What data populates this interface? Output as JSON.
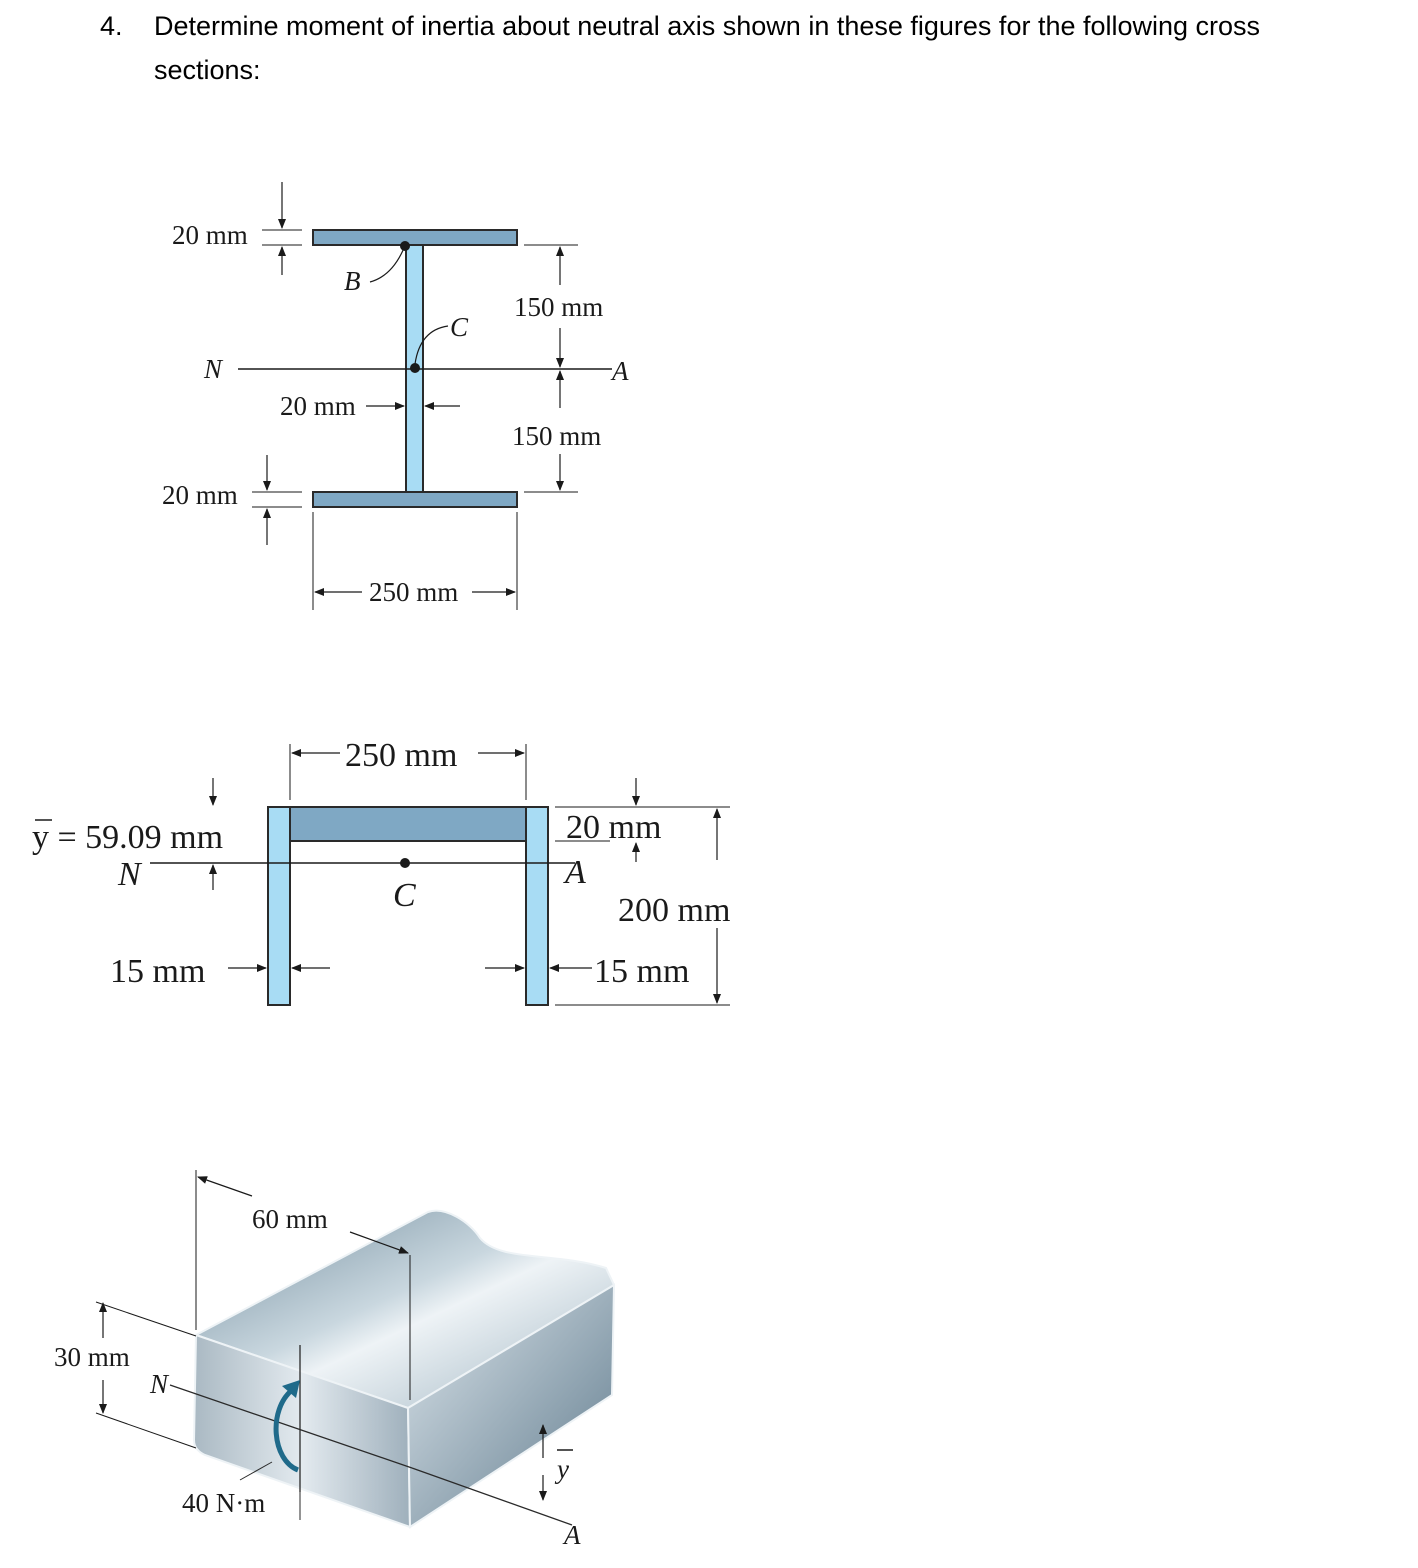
{
  "question": {
    "number": "4.",
    "line1": "Determine moment of inertia about neutral axis shown in these figures for the following cross",
    "line2": "sections:"
  },
  "figure1": {
    "top_flange_thickness": "20 mm",
    "bottom_flange_thickness": "20 mm",
    "web_thickness": "20 mm",
    "upper_half_height": "150 mm",
    "lower_half_height": "150 mm",
    "flange_width": "250 mm",
    "point_b": "B",
    "point_c": "C",
    "axis_n": "N",
    "axis_a": "A"
  },
  "figure2": {
    "ybar": "y = 59.09 mm",
    "width": "250 mm",
    "flange_thickness": "20 mm",
    "height": "200 mm",
    "left_leg_thickness": "15 mm",
    "right_leg_thickness": "15 mm",
    "point_c": "C",
    "axis_n": "N",
    "axis_a": "A"
  },
  "figure3": {
    "width": "60 mm",
    "height": "30 mm",
    "moment": "40 N·m",
    "axis_n": "N",
    "axis_a": "A",
    "ybar": "y"
  },
  "colors": {
    "flange_fill": "#7fa8c4",
    "web_fill": "#a8dcf4",
    "outline": "#2a2a2a",
    "block_light": "#dfe8ee",
    "block_dark": "#6f8a9b",
    "moment_arrow": "#1f6a8a"
  }
}
